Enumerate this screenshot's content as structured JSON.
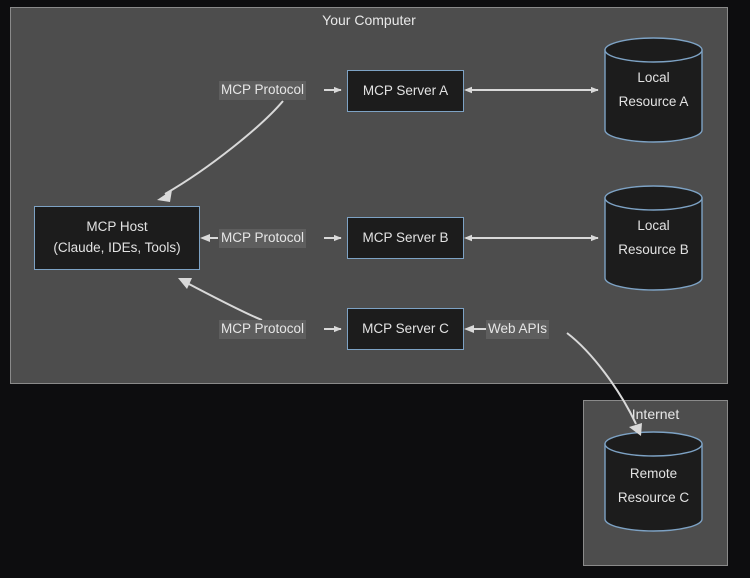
{
  "diagram": {
    "title_top": "Your Computer",
    "title_internet": "Internet",
    "colors": {
      "page_background": "#0d0d0f",
      "group_fill": "#4d4d4d",
      "group_border": "#8a8a8a",
      "node_fill": "#1c1c1c",
      "node_border": "#7da2c4",
      "arrow": "#d9d9d9",
      "label_background": "#5e5e5e",
      "text": "#e6e6e6"
    },
    "nodes": {
      "host": {
        "line1": "MCP Host",
        "line2": "(Claude, IDEs, Tools)"
      },
      "server_a": {
        "label": "MCP Server A"
      },
      "server_b": {
        "label": "MCP Server B"
      },
      "server_c": {
        "label": "MCP Server C"
      },
      "resource_a": {
        "line1": "Local",
        "line2": "Resource A"
      },
      "resource_b": {
        "line1": "Local",
        "line2": "Resource B"
      },
      "resource_c": {
        "line1": "Remote",
        "line2": "Resource C"
      }
    },
    "edge_labels": {
      "protocol_a": "MCP Protocol",
      "protocol_b": "MCP Protocol",
      "protocol_c": "MCP Protocol",
      "web_apis": "Web APIs"
    }
  }
}
